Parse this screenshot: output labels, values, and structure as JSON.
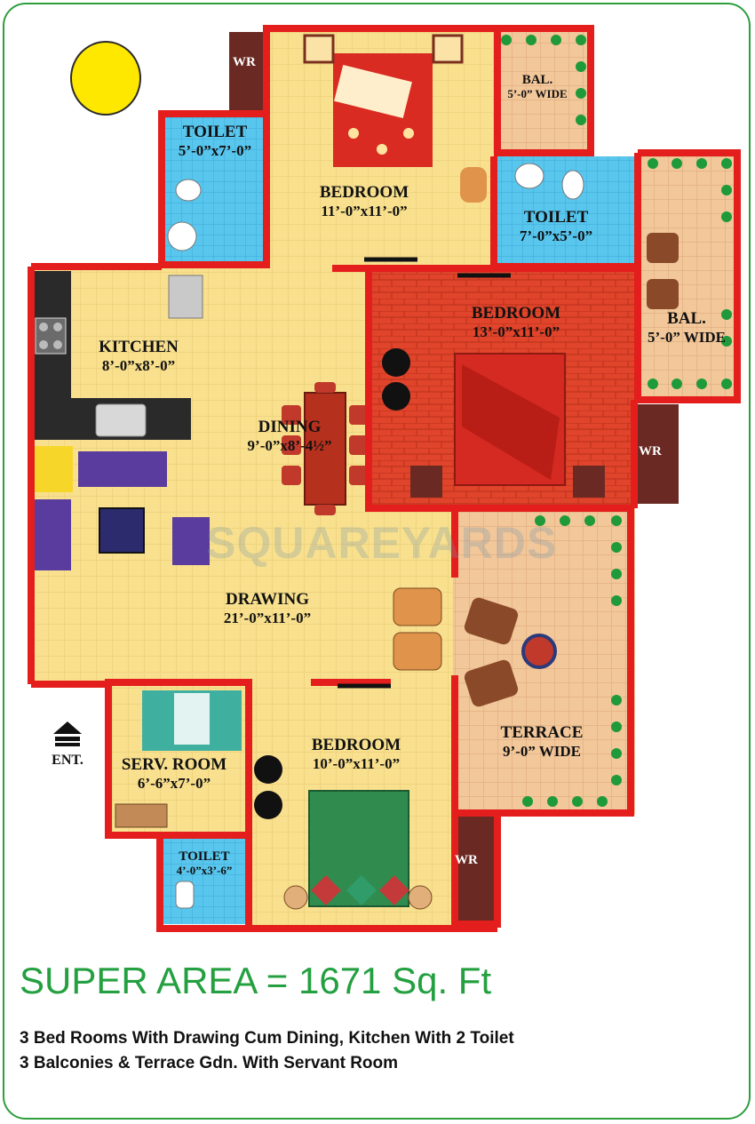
{
  "colors": {
    "wall": "#e41e1c",
    "floor": "#f8e08e",
    "toilet_tile": "#59c6ee",
    "terrace": "#f2c79a",
    "red_room": "#e0442a",
    "wardrobe": "#6a2a23",
    "accent_green": "#24a040"
  },
  "rooms": {
    "bedroom_top": {
      "name": "BEDROOM",
      "dim": "11’-0”x11’-0”"
    },
    "toilet_top_left": {
      "name": "TOILET",
      "dim": "5’-0”x7’-0”"
    },
    "balcony_top": {
      "name": "BAL.",
      "dim": "5’-0” WIDE"
    },
    "toilet_right": {
      "name": "TOILET",
      "dim": "7’-0”x5’-0”"
    },
    "bedroom_right": {
      "name": "BEDROOM",
      "dim": "13’-0”x11’-0”"
    },
    "balcony_right": {
      "name": "BAL.",
      "dim": "5’-0” WIDE"
    },
    "kitchen": {
      "name": "KITCHEN",
      "dim": "8’-0”x8’-0”"
    },
    "dining": {
      "name": "DINING",
      "dim": "9’-0”x8’-4½”"
    },
    "drawing": {
      "name": "DRAWING",
      "dim": "21’-0”x11’-0”"
    },
    "terrace": {
      "name": "TERRACE",
      "dim": "9’-0” WIDE"
    },
    "servant_room": {
      "name": "SERV. ROOM",
      "dim": "6’-6”x7’-0”"
    },
    "bedroom_bottom": {
      "name": "BEDROOM",
      "dim": "10’-0”x11’-0”"
    },
    "toilet_bottom": {
      "name": "TOILET",
      "dim": "4’-0”x3’-6”"
    }
  },
  "wardrobes": {
    "top": "WR",
    "right": "WR",
    "bottom": "WR"
  },
  "watermark": "SQUAREYARDS",
  "entrance": {
    "label": "ENT."
  },
  "super_area": "SUPER AREA = 1671 Sq. Ft",
  "description": [
    "3 Bed Rooms With Drawing Cum Dining, Kitchen With 2 Toilet",
    "3 Balconies & Terrace Gdn. With Servant Room"
  ]
}
